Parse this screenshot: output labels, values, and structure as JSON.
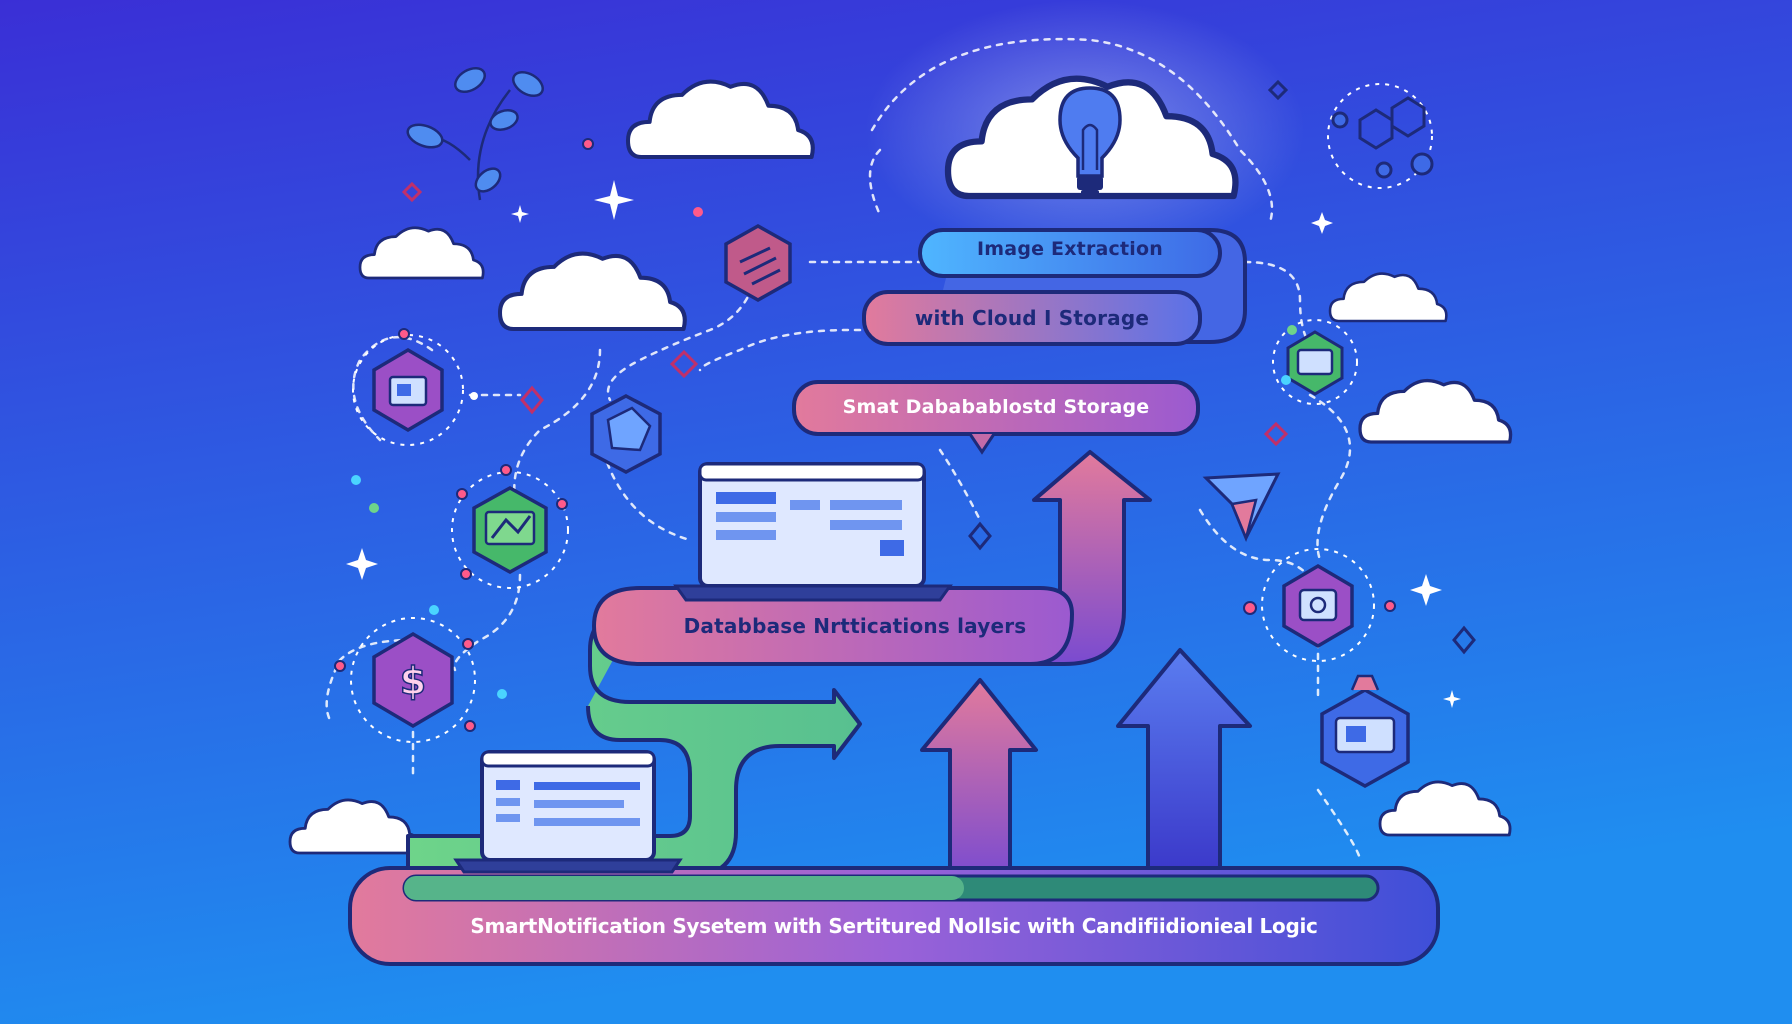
{
  "labels": {
    "image_extraction": "Image Extraction",
    "cloud_storage": "with Cloud I Storage",
    "smart_database": "Smat Dababablostd Storage",
    "database_notifications": "Databbase Nrttications layers",
    "smart_notification_system": "SmartNotification Sysetem with Sertitured  Nollsic with Candifiidionieal Logic"
  },
  "icons": {
    "bulb": "lightbulb-icon",
    "plant": "plant-icon",
    "molecule": "molecule-icon",
    "image": "image-icon",
    "gem": "gem-icon",
    "chart": "chart-icon",
    "dollar": "dollar-icon",
    "monitor": "monitor-icon",
    "disk": "disk-icon",
    "pen": "pen-icon",
    "database": "database-icon",
    "paper_plane": "paper-plane-icon"
  },
  "colors": {
    "background_top": "#3a2fd6",
    "background_bottom": "#1f8ef0",
    "pink": "#e27a9c",
    "purple": "#8a4fc8",
    "green": "#6ed48a",
    "blue": "#3e6ae6",
    "cyan": "#4fb6ff",
    "navy": "#1d2a7a"
  }
}
